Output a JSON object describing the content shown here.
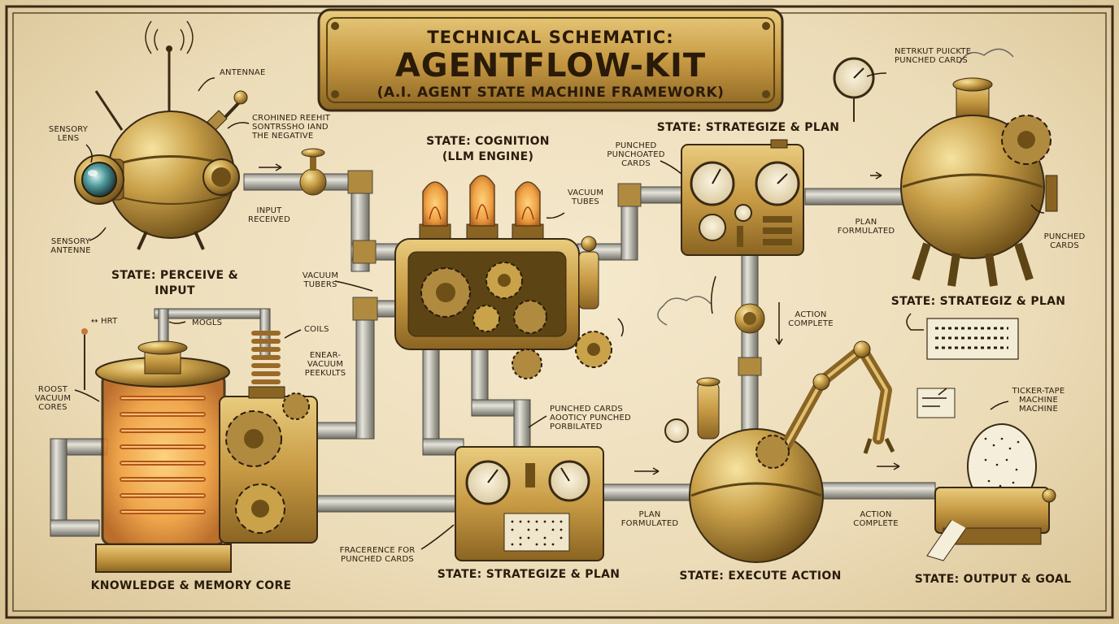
{
  "header": {
    "line1": "TECHNICAL SCHEMATIC:",
    "line2": "AGENTFLOW-KIT",
    "line3": "(A.I. AGENT STATE MACHINE FRAMEWORK)"
  },
  "states": {
    "perceive": "STATE: PERCEIVE & INPUT",
    "cognition": "STATE: COGNITION\n(LLM ENGINE)",
    "strategize_top": "STATE: STRATEGIZE & PLAN",
    "strategiz_right": "STATE: STRATEGIZ & PLAN",
    "memory": "KNOWLEDGE & MEMORY CORE",
    "strategize_bottom": "STATE: STRATEGIZE & PLAN",
    "execute": "STATE: EXECUTE ACTION",
    "output": "STATE: OUTPUT & GOAL"
  },
  "labels": {
    "antennae": "ANTENNAE",
    "sensory_lens": "SENSORY\nLENS",
    "combined": "CROHINED REEHIT\nSONTRSSHO IAND\nTHE NEGATIVE",
    "input_received": "INPUT\nRECEIVED",
    "sensory_antenne": "SENSORY\nANTENNE",
    "vacuum_tubes": "VACUUM\nTUBES",
    "vacuum_tubers": "VACUUM\nTUBERS",
    "punched_punchoated": "PUNCHED\nPUNCHOATED\nCARDS",
    "netrkut": "NETRKUT PUICKTE\nPUNCHED CARDS",
    "plan_formulated_top": "PLAN\nFORMULATED",
    "punched_cards_right": "PUNCHED\nCARDS",
    "action_complete_mid": "ACTION\nCOMPLETE",
    "hrt": "↔ HRT",
    "mogls": "MOGLS",
    "coils": "COILS",
    "enear": "ENEAR-\nVACUUM\nPEEKULTS",
    "roost": "ROOST\nVACUUM\nCORES",
    "punched_cards_mid": "PUNCHED CARDS\nAOOTICY PUNCHED\nPORBILATED",
    "fracerence": "FRACERENCE FOR\nPUNCHED CARDS",
    "plan_formulated_bottom": "PLAN\nFORMULATED",
    "action_complete_bottom": "ACTION\nCOMPLETE",
    "ticker_tape": "TICKER-TAPE\nMACHINE\nMACHINE"
  },
  "colors": {
    "parchment": "#efe2c2",
    "brass": "#c9a24a",
    "brass_dark": "#7a5a1e",
    "ink": "#2a1c0c",
    "glow": "#f2a640",
    "copper": "#c7773a"
  }
}
